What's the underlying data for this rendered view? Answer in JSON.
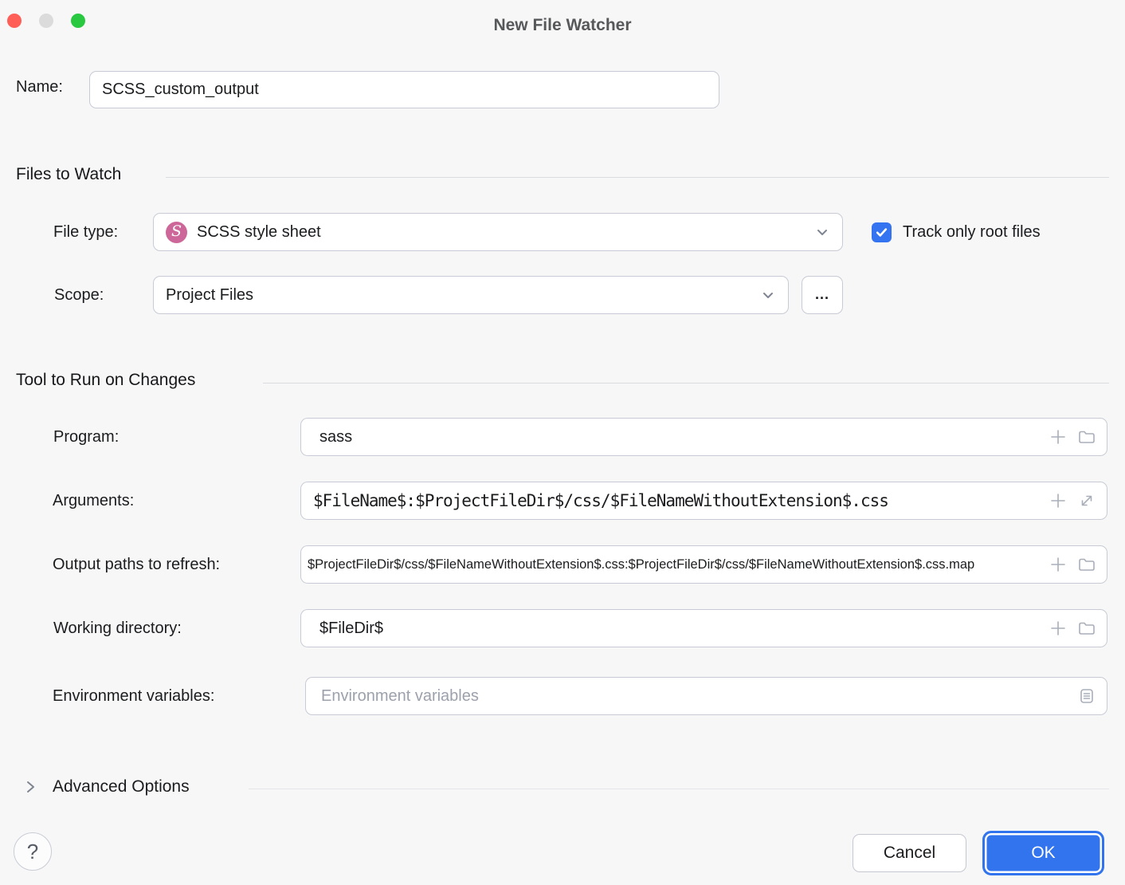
{
  "window": {
    "title": "New File Watcher"
  },
  "name_row": {
    "label": "Name:",
    "value": "SCSS_custom_output"
  },
  "sections": {
    "files_to_watch": {
      "title": "Files to Watch"
    },
    "tool_to_run": {
      "title": "Tool to Run on Changes"
    }
  },
  "file_type": {
    "label": "File type:",
    "value": "SCSS style sheet",
    "icon": "sass-icon"
  },
  "track_only_root_files": {
    "label": "Track only root files",
    "checked": true
  },
  "scope": {
    "label": "Scope:",
    "value": "Project Files",
    "browse_label": "..."
  },
  "program": {
    "label": "Program:",
    "value": "sass"
  },
  "arguments": {
    "label": "Arguments:",
    "value": "$FileName$:$ProjectFileDir$/css/$FileNameWithoutExtension$.css"
  },
  "output_paths": {
    "label": "Output paths to refresh:",
    "value": "$ProjectFileDir$/css/$FileNameWithoutExtension$.css:$ProjectFileDir$/css/$FileNameWithoutExtension$.css.map"
  },
  "working_directory": {
    "label": "Working directory:",
    "value": "$FileDir$"
  },
  "environment_variables": {
    "label": "Environment variables:",
    "placeholder": "Environment variables"
  },
  "advanced_options": {
    "label": "Advanced Options"
  },
  "footer": {
    "help_label": "?",
    "cancel_label": "Cancel",
    "ok_label": "OK"
  },
  "colors": {
    "accent_blue": "#3574F0",
    "sass_pink": "#CD6799",
    "window_bg": "#F7F7F8"
  }
}
